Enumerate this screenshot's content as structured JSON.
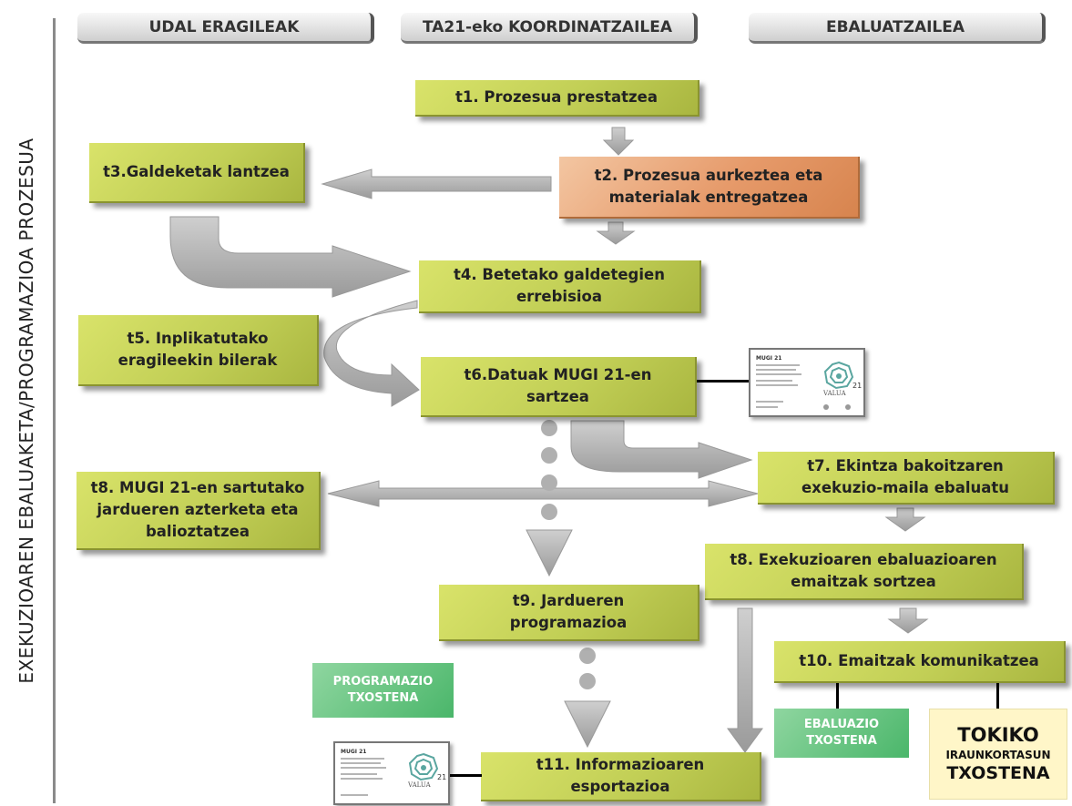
{
  "side_label": "EXEKUZIOAREN EBALUAKETA/PROGRAMAZIOA PROZESUA",
  "headers": {
    "col1": "UDAL ERAGILEAK",
    "col2": "TA21-eko KOORDINATZAILEA",
    "col3": "EBALUATZAILEA"
  },
  "steps": {
    "t1": "t1. Prozesua prestatzea",
    "t2_line1": "t2. Prozesua aurkeztea eta",
    "t2_line2": "materialak entregatzea",
    "t3": "t3.Galdeketak lantzea",
    "t4_line1": "t4. Betetako galdetegien",
    "t4_line2": "errebisioa",
    "t5_line1": "t5. Inplikatutako",
    "t5_line2": "eragileekin bilerak",
    "t6_line1": "t6.Datuak MUGI 21-en",
    "t6_line2": "sartzea",
    "t7_line1": "t7. Ekintza bakoitzaren",
    "t7_line2": "exekuzio-maila ebaluatu",
    "t8a_line1": "t8. MUGI 21-en sartutako",
    "t8a_line2": "jardueren azterketa eta",
    "t8a_line3": "balioztatzea",
    "t8b_line1": "t8.  Exekuzioaren ebaluazioaren",
    "t8b_line2": "emaitzak sortzea",
    "t9_line1": "t9. Jardueren",
    "t9_line2": "programazioa",
    "t10": "t10. Emaitzak komunikatzea",
    "t11_line1": "t11. Informazioaren",
    "t11_line2": "esportazioa"
  },
  "reports": {
    "programazio_line1": "PROGRAMAZIO",
    "programazio_line2": "TXOSTENA",
    "ebaluazio_line1": "EBALUAZIO",
    "ebaluazio_line2": "TXOSTENA",
    "tokiko_line1": "TOKIKO",
    "tokiko_line2": "IRAUNKORTASUN",
    "tokiko_line3": "TXOSTENA"
  },
  "thumbnail": {
    "title": "MUGI 21",
    "logo_number": "21",
    "logo_word": "VALUA"
  },
  "colors": {
    "step_green": "#c2cf56",
    "step_orange": "#e69a6a",
    "arrow_gray": "#b3b3b3",
    "report_green": "#4ab66a",
    "report_yellow": "#fff6c8"
  }
}
